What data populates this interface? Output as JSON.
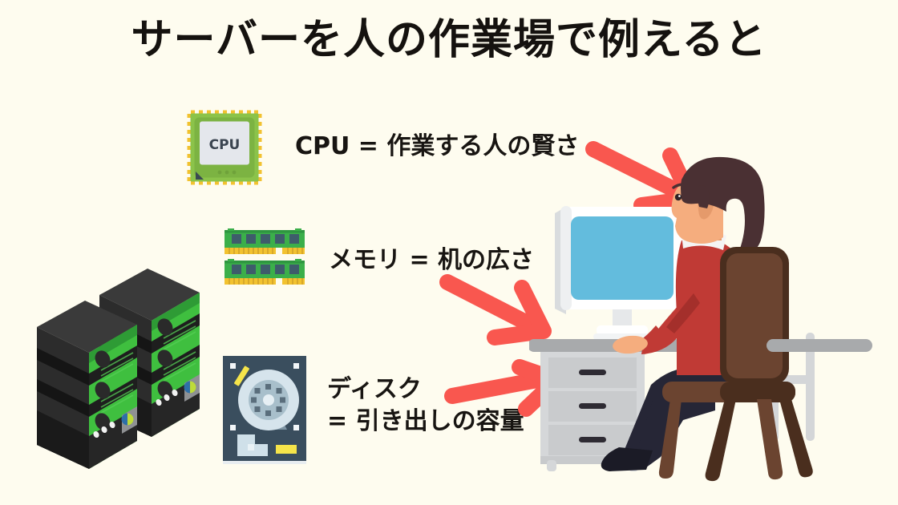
{
  "meta": {
    "background_color": "#FEFCEF",
    "text_color": "#181512",
    "arrow_color": "#F9574F"
  },
  "header": {
    "title": "サーバーを人の作業場で例えると"
  },
  "items": [
    {
      "id": "cpu",
      "icon_name": "cpu-chip-icon",
      "icon_caption": "CPU",
      "label": "CPU = 作業する人の賢さ",
      "arrow_name": "arrow-cpu-to-person",
      "colors": {
        "body": "#8BC34A",
        "inner_frame": "#7CB342",
        "die": "#E4E7EC",
        "pins": "#F2C230",
        "corner_mark": "#3A4A52"
      }
    },
    {
      "id": "memory",
      "icon_name": "ram-memory-icon",
      "label": "メモリ = 机の広さ",
      "arrow_name": "arrow-memory-to-desk",
      "colors": {
        "pcb": "#3BAF4A",
        "pcb_dark": "#2E9640",
        "chip": "#3E5C6B",
        "pins": "#F2C230",
        "pins_dark": "#D8A82A"
      }
    },
    {
      "id": "disk",
      "icon_name": "hard-disk-icon",
      "label": "ディスク\n= 引き出しの容量",
      "arrow_name": "arrow-disk-to-drawers",
      "colors": {
        "body": "#3A4E5E",
        "platter": "#D6E4EC",
        "platter_inner": "#A8BFCB",
        "hub_dots": "#5A6E7C",
        "arm": "#7D94A3",
        "sticker": "#F5E44A",
        "screws": "#F2F6F8"
      }
    }
  ],
  "server_stack": {
    "icon_name": "server-towers-icon",
    "count": 2,
    "colors": {
      "top": "#3A3A3A",
      "top_dark": "#2B2B2B",
      "face_light": "#4CC council",
      "face": "#3FBF3F",
      "face_dark": "#2E9B35",
      "band": "#1E1E1E",
      "led_green": "#BEDB39",
      "led_dark": "#3E7CB1"
    }
  },
  "scene": {
    "name": "person-at-desk-illustration",
    "parts": {
      "monitor": "computer-monitor",
      "monitor_screen_color": "#63BCDD",
      "monitor_bezel_color": "#FFFFFF",
      "monitor_frame_color": "#D9DCDE",
      "desk_top_color": "#A8AAAC",
      "desk_leg_color": "#D4D6D8",
      "drawer_cabinet_color": "#D5D7D9",
      "drawer_face_color": "#C9CBCD",
      "drawer_handle_color": "#2E2B33",
      "drawer_count": 3,
      "chair_color": "#6B4430",
      "chair_dark_color": "#4A2E1E",
      "shirt_color": "#C03A35",
      "shirt_dark_color": "#A42F2B",
      "collar_color": "#F4F4F4",
      "skin_color": "#F5AD7E",
      "skin_dark_color": "#E59A6B",
      "hair_color": "#4A3033",
      "pants_color": "#262636",
      "shoe_color": "#1B1B26"
    }
  }
}
